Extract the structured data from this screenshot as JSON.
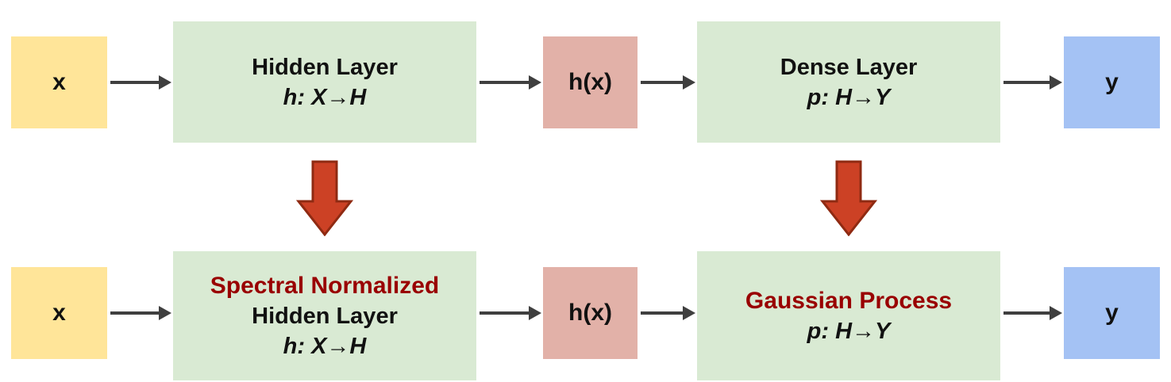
{
  "colors": {
    "background": "#ffffff",
    "input_fill": "#ffe599",
    "layer_fill": "#d9ead3",
    "feature_fill": "#e2b1a8",
    "output_fill": "#a4c2f4",
    "block_arrow_fill": "#cc4125",
    "block_arrow_stroke": "#8f2a12",
    "highlight": "#990000",
    "text": "#111111",
    "connector": "#3f3f3f"
  },
  "top_row": {
    "input_label": "x",
    "hidden_layer": {
      "title": "Hidden Layer",
      "mapping": "h: X→H"
    },
    "feature_label": "h(x)",
    "dense_layer": {
      "title": "Dense Layer",
      "mapping": "p: H→Y"
    },
    "output_label": "y"
  },
  "bottom_row": {
    "input_label": "x",
    "hidden_layer": {
      "highlight": "Spectral Normalized",
      "title": "Hidden Layer",
      "mapping": "h: X→H"
    },
    "feature_label": "h(x)",
    "dense_layer": {
      "highlight": "Gaussian Process",
      "mapping": "p: H→Y"
    },
    "output_label": "y"
  }
}
